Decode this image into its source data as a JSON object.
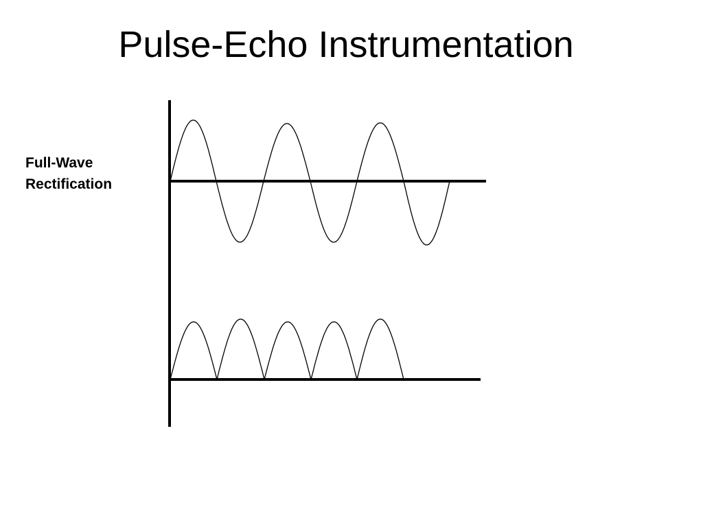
{
  "slide": {
    "title": "Pulse-Echo Instrumentation",
    "label_lines": [
      "Full-Wave",
      "Rectification"
    ]
  },
  "diagram": {
    "input_wave": "sine",
    "output_wave": "full-wave-rectified",
    "input_cycles": 3,
    "output_humps": 5,
    "ink_color": "#000000"
  }
}
